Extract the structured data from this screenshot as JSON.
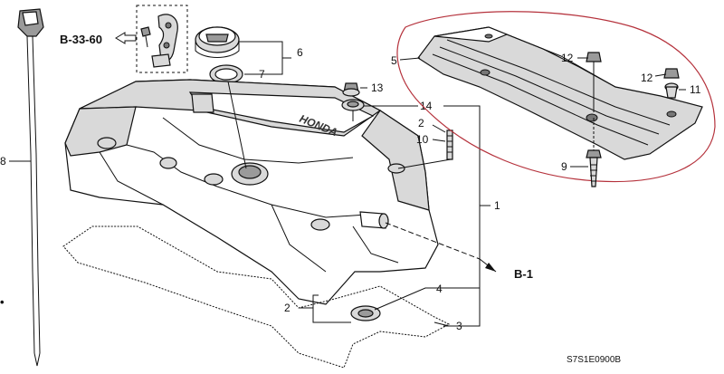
{
  "diagram": {
    "title": "",
    "part_code": "S7S1E0900B",
    "refs": {
      "ref_b3360": "B-33-60",
      "ref_b1": "B-1"
    },
    "callouts": {
      "c1": "1",
      "c2_top": "2",
      "c2_bottom": "2",
      "c3": "3",
      "c4": "4",
      "c5": "5",
      "c6": "6",
      "c7": "7",
      "c8": "8",
      "c9": "9",
      "c10": "10",
      "c11": "11",
      "c12_a": "12",
      "c12_b": "12",
      "c13": "13",
      "c14": "14"
    },
    "embossing": "HONDA",
    "highlight_color": "#b5323c",
    "line_color": "#111111"
  }
}
